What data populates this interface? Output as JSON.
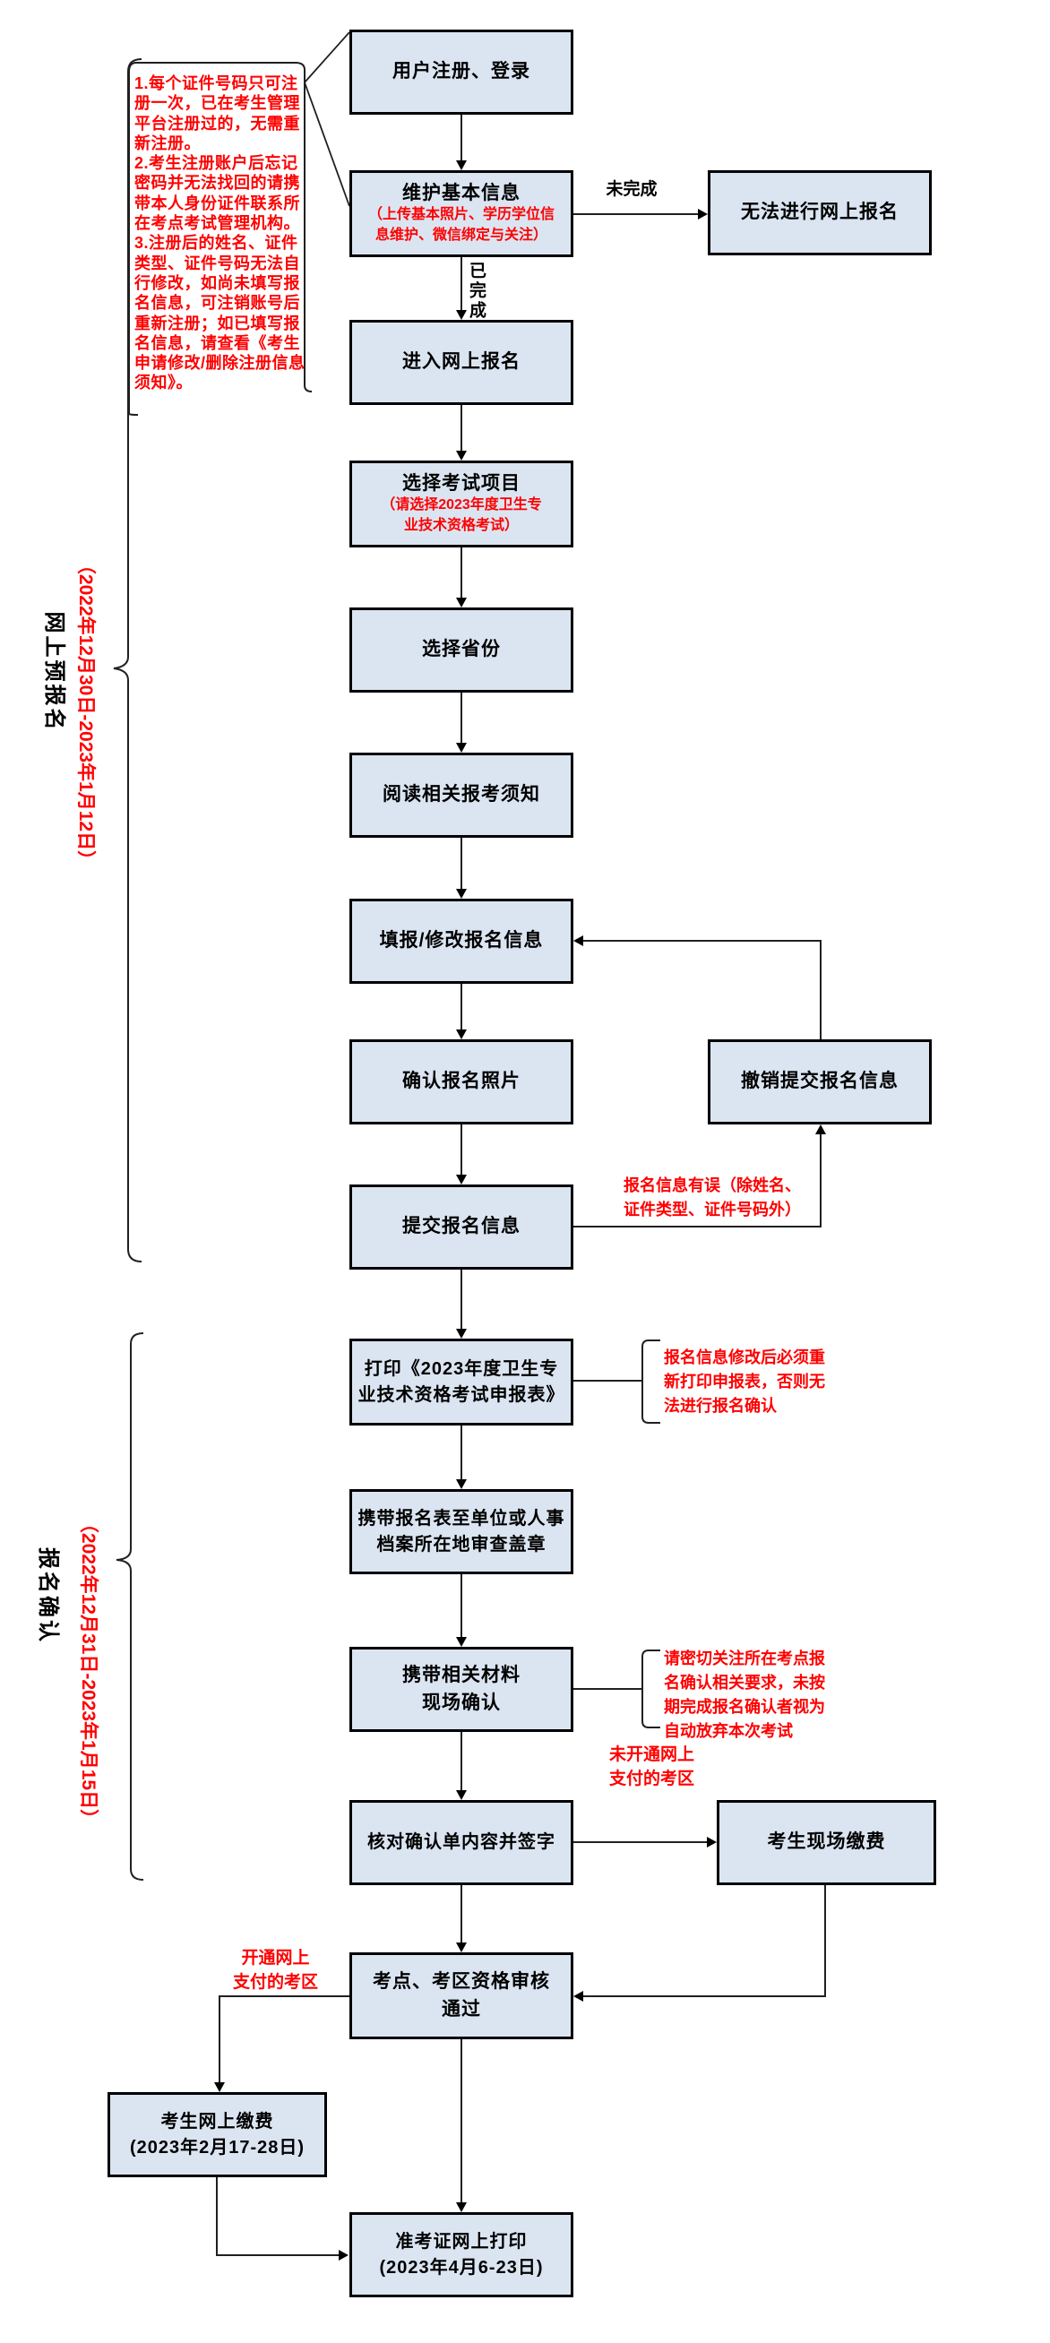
{
  "colors": {
    "box_fill": "#dbe5f1",
    "box_border": "#000000",
    "red_text": "#ff0000",
    "black_text": "#000000",
    "line": "#202020"
  },
  "sections": {
    "preregistration": {
      "label": "网上预报名",
      "dates": "（2022年12月30日-2023年1月12日）"
    },
    "confirmation": {
      "label": "报名确认",
      "dates": "（2022年12月31日-2023年1月15日）"
    }
  },
  "annotation": {
    "text": "1.每个证件号码只可注\n册一次，已在考生管理\n平台注册过的，无需重\n新注册。\n2.考生注册账户后忘记\n密码并无法找回的请携\n带本人身份证件联系所\n在考点考试管理机构。\n3.注册后的姓名、证件\n类型、证件号码无法自\n行修改，如尚未填写报\n名信息，可注销账号后\n重新注册；如已填写报\n名信息，请查看《考生\n申请修改/删除注册信息\n须知》。"
  },
  "nodes": {
    "register": {
      "label": "用户注册、登录"
    },
    "maintain": {
      "title": "维护基本信息",
      "note": "（上传基本照片、学历学位信\n息维护、微信绑定与关注）"
    },
    "cannot": {
      "label": "无法进行网上报名"
    },
    "enter": {
      "label": "进入网上报名"
    },
    "project": {
      "title": "选择考试项目",
      "note": "（请选择2023年度卫生专\n业技术资格考试）"
    },
    "province": {
      "label": "选择省份"
    },
    "read": {
      "label": "阅读相关报考须知"
    },
    "fill": {
      "label": "填报/修改报名信息"
    },
    "photo": {
      "label": "确认报名照片"
    },
    "revoke": {
      "label": "撤销提交报名信息"
    },
    "submit": {
      "label": "提交报名信息"
    },
    "print": {
      "label": "打印《2023年度卫生专\n业技术资格考试申报表》"
    },
    "stamp": {
      "label": "携带报名表至单位或人事\n档案所在地审查盖章"
    },
    "onsite": {
      "label": "携带相关材料\n现场确认"
    },
    "check": {
      "label": "核对确认单内容并签字"
    },
    "paylocal": {
      "label": "考生现场缴费"
    },
    "audit": {
      "label": "考点、考区资格审核\n通过"
    },
    "payonline": {
      "label": "考生网上缴费\n(2023年2月17-28日)"
    },
    "ticket": {
      "label": "准考证网上打印\n(2023年4月6-23日)"
    }
  },
  "edge_labels": {
    "incomplete": "未完成",
    "complete": "已完成",
    "submit_error": "报名信息有误（除姓名、\n证件类型、证件号码外）",
    "no_online_pay": "未开通网上\n支付的考区",
    "online_pay": "开通网上\n支付的考区"
  },
  "callouts": {
    "reprint": "报名信息修改后必须重\n新打印申报表，否则无\n法进行报名确认",
    "attention": "请密切关注所在考点报\n名确认相关要求，未按\n期完成报名确认者视为\n自动放弃本次考试"
  }
}
